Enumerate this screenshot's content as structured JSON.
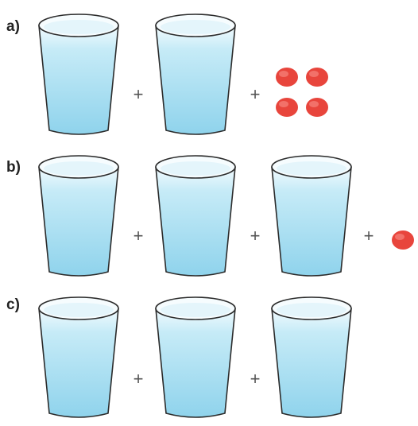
{
  "rows": [
    {
      "label": "a)",
      "cups": 2,
      "counters": 4,
      "plus_signs": [
        "+",
        "+"
      ]
    },
    {
      "label": "b)",
      "cups": 3,
      "counters": 1,
      "plus_signs": [
        "+",
        "+",
        "+"
      ]
    },
    {
      "label": "c)",
      "cups": 3,
      "counters": 0,
      "plus_signs": [
        "+",
        "+"
      ]
    }
  ],
  "colors": {
    "cup_fill_top": "#f3fbfe",
    "cup_fill_bottom": "#8fd3ec",
    "cup_outline": "#2b2b2b",
    "counter": "#e8453c",
    "counter_highlight": "#f7857c"
  },
  "icons": {
    "cup": "cup-icon",
    "counter": "counter-icon"
  }
}
